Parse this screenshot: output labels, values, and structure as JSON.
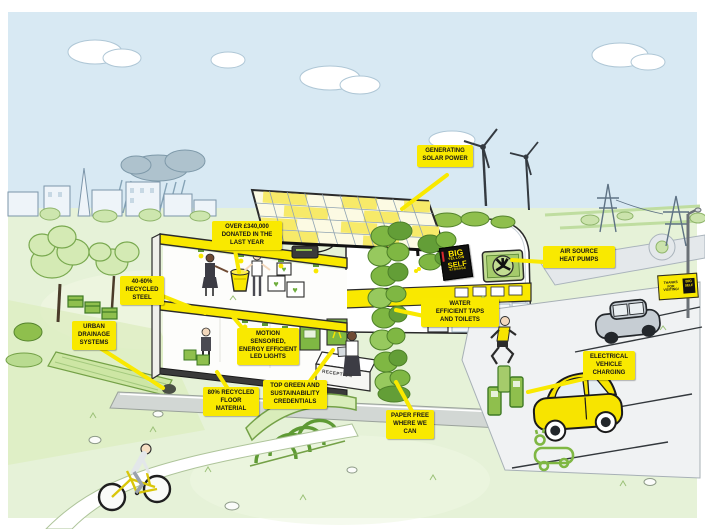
{
  "image_type": "isometric sustainability infographic illustration",
  "brand": "Big Yellow Self Storage",
  "colors": {
    "callout_yellow": "#F9E900",
    "brand_yellow": "#FFE600",
    "brand_black": "#111111",
    "brand_red": "#D7282F",
    "sky_blue": "#D8E9F3",
    "grass_green": "#E6F2D8",
    "leaf_green": "#7FB743",
    "ink": "#2B2B2B"
  },
  "callouts": [
    {
      "id": "generating-solar-power",
      "label": "GENERATING\nSOLAR POWER"
    },
    {
      "id": "donations",
      "label": "OVER £340,000\nDONATED IN THE\nLAST YEAR"
    },
    {
      "id": "recycled-steel",
      "label": "40-60%\nRECYCLED\nSTEEL"
    },
    {
      "id": "urban-drainage",
      "label": "URBAN\nDRAINAGE\nSYSTEMS"
    },
    {
      "id": "led-lights",
      "label": "MOTION\nSENSORED,\nENERGY EFFICIENT\nLED LIGHTS"
    },
    {
      "id": "recycled-floor",
      "label": "80% RECYCLED\nFLOOR\nMATERIAL"
    },
    {
      "id": "green-credentials",
      "label": "TOP GREEN AND\nSUSTAINABILITY\nCREDENTIALS"
    },
    {
      "id": "paper-free",
      "label": "PAPER FREE\nWHERE WE\nCAN"
    },
    {
      "id": "water-efficient",
      "label": "WATER\nEFFICIENT TAPS\nAND TOILETS"
    },
    {
      "id": "air-source-heat-pumps",
      "label": "AIR SOURCE\nHEAT PUMPS"
    },
    {
      "id": "ev-charging",
      "label": "ELECTRICAL\nVEHICLE\nCHARGING"
    }
  ],
  "signs": {
    "logo_lines": [
      "BIG",
      "YELLOW",
      "SELF",
      "STORAGE"
    ],
    "exit_sign": "THANKS\nFOR\nVISITING!",
    "reception": "RECEPTION"
  },
  "scene_features": [
    "solar-panel-array",
    "wind-turbines",
    "rain-cloud",
    "city-skyline",
    "cutaway-storage-building",
    "living-green-wall",
    "green-roof",
    "air-source-heat-pump-unit",
    "donation-bucket",
    "storage-boxes-with-hearts",
    "reception-desk",
    "bike-shelter",
    "cyclist",
    "footpath",
    "urban-drainage-channel",
    "recycling-bins",
    "trees",
    "parking-lot",
    "ev-charging-stations",
    "yellow-electric-car",
    "grey-car",
    "ev-bay-road-marking",
    "thanks-for-visiting-sign",
    "runner"
  ]
}
